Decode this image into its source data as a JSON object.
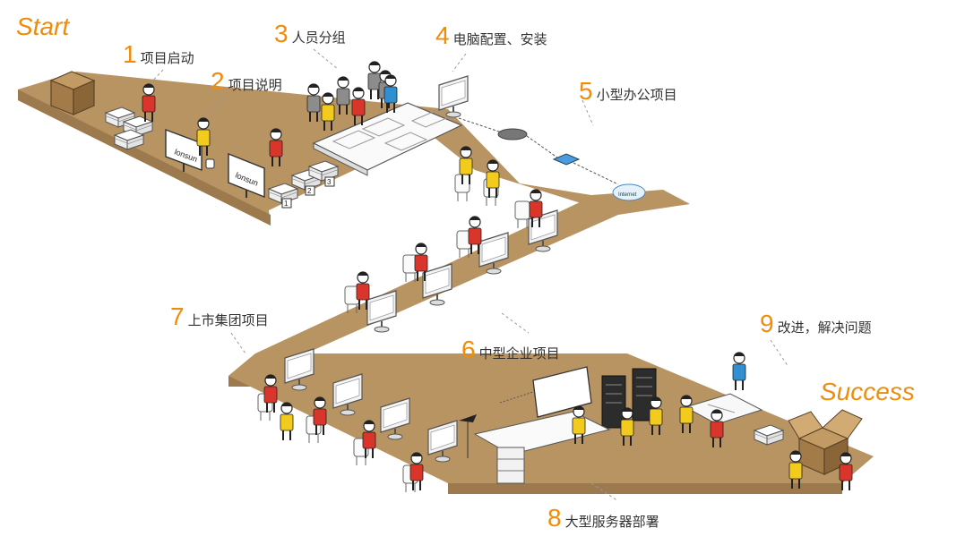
{
  "start_label": "Start",
  "success_label": "Success",
  "steps": [
    {
      "num": "1",
      "text": "项目启动"
    },
    {
      "num": "2",
      "text": "项目说明"
    },
    {
      "num": "3",
      "text": "人员分组"
    },
    {
      "num": "4",
      "text": "电脑配置、安装"
    },
    {
      "num": "5",
      "text": "小型办公项目"
    },
    {
      "num": "6",
      "text": "中型企业项目"
    },
    {
      "num": "7",
      "text": "上市集团项目"
    },
    {
      "num": "8",
      "text": "大型服务器部署"
    },
    {
      "num": "9",
      "text": "改进，解决问题"
    }
  ],
  "monitor_brand": "lonsun",
  "cloud_label": "Internet",
  "doc_numbers": [
    "1",
    "2",
    "3"
  ],
  "colors": {
    "accent": "#f08c0a",
    "path": "#b99463",
    "path_edge": "#9c7a4e",
    "red_shirt": "#d9352b",
    "yellow_shirt": "#f2cb1c",
    "blue_shirt": "#2f8fd0",
    "gray_figure": "#8c8c8c"
  }
}
